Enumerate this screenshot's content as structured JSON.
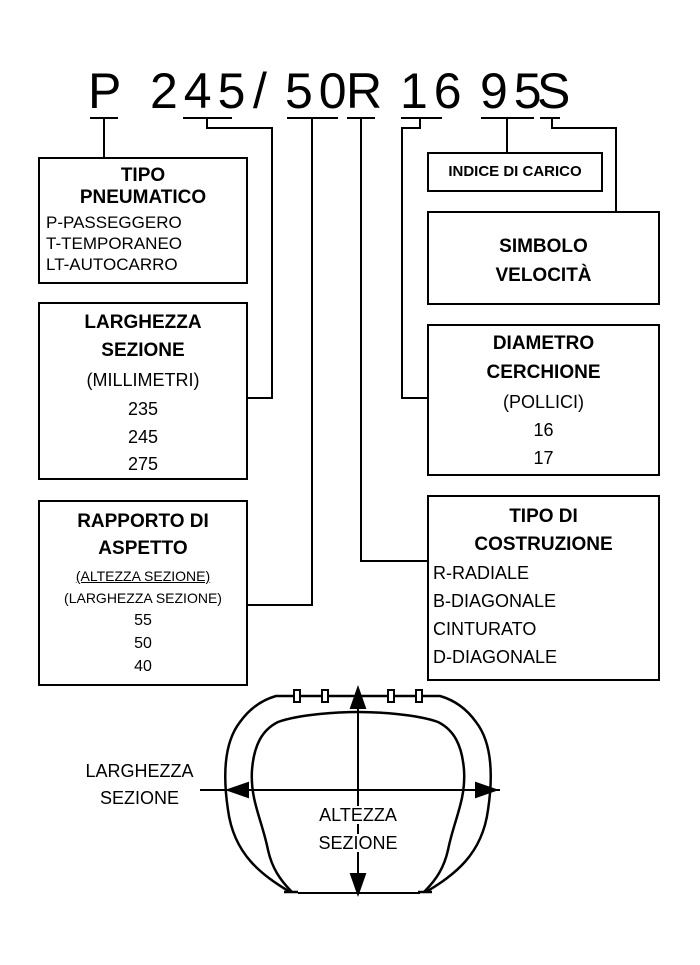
{
  "code": {
    "p": "P",
    "width": "245",
    "slash": "/",
    "aspect": "50",
    "r": "R",
    "rim": "16",
    "load": "95",
    "speed": "S"
  },
  "tipo_pneumatico": {
    "title1": "TIPO",
    "title2": "PNEUMATICO",
    "items": [
      "P-PASSEGGERO",
      "T-TEMPORANEO",
      "LT-AUTOCARRO"
    ]
  },
  "larghezza_sezione": {
    "title1": "LARGHEZZA",
    "title2": "SEZIONE",
    "unit": "(MILLIMETRI)",
    "values": [
      "235",
      "245",
      "275"
    ]
  },
  "rapporto_aspetto": {
    "title1": "RAPPORTO DI",
    "title2": "ASPETTO",
    "numerator": "(ALTEZZA SEZIONE)",
    "denominator": "(LARGHEZZA SEZIONE)",
    "values": [
      "55",
      "50",
      "40"
    ]
  },
  "indice_carico": {
    "title": "INDICE DI CARICO"
  },
  "simbolo_velocita": {
    "title1": "SIMBOLO",
    "title2": "VELOCITÀ"
  },
  "diametro_cerchione": {
    "title1": "DIAMETRO",
    "title2": "CERCHIONE",
    "unit": "(POLLICI)",
    "values": [
      "16",
      "17"
    ]
  },
  "tipo_costruzione": {
    "title1": "TIPO DI",
    "title2": "COSTRUZIONE",
    "items": [
      "R-RADIALE",
      "B-DIAGONALE",
      "CINTURATO",
      "D-DIAGONALE"
    ]
  },
  "tire": {
    "width_label1": "LARGHEZZA",
    "width_label2": "SEZIONE",
    "height_label1": "ALTEZZA",
    "height_label2": "SEZIONE"
  }
}
